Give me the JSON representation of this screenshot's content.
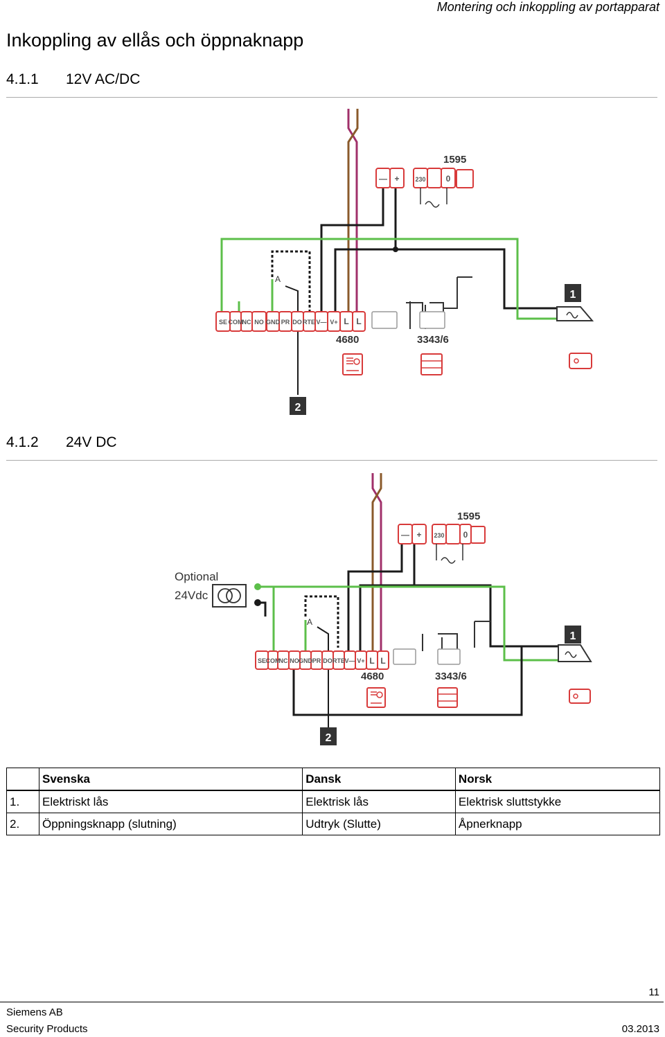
{
  "header": {
    "running_title": "Montering och inkoppling av portapparat"
  },
  "page_title": "Inkoppling av ellås och öppnaknapp",
  "sections": [
    {
      "number": "4.1.1",
      "title": "12V AC/DC"
    },
    {
      "number": "4.1.2",
      "title": "24V DC"
    }
  ],
  "diagram": {
    "module_1595": "1595",
    "module_4680": "4680",
    "module_3343": "3343/6",
    "psu_pins": [
      "—",
      "+",
      "230",
      "0"
    ],
    "terminal_pins": [
      "SE",
      "COM",
      "NC",
      "NO",
      "GND",
      "PR",
      "DO",
      "RTE",
      "V—",
      "V+",
      "L",
      "L"
    ],
    "marker_1": "1",
    "marker_2": "2",
    "optional_label": "Optional",
    "optional_voltage": "24Vdc",
    "wire_colors": {
      "green": "#5cbf4a",
      "black": "#1a1a1a",
      "purple": "#a0306a",
      "brown": "#8a5a2b",
      "red": "#d83a3a"
    }
  },
  "legend": {
    "headers": [
      "",
      "Svenska",
      "Dansk",
      "Norsk"
    ],
    "rows": [
      {
        "num": "1.",
        "sv": "Elektriskt lås",
        "da": "Elektrisk lås",
        "no": "Elektrisk sluttstykke"
      },
      {
        "num": "2.",
        "sv": "Öppningsknapp (slutning)",
        "da": "Udtryk (Slutte)",
        "no": "Åpnerknapp"
      }
    ]
  },
  "footer": {
    "company": "Siemens AB",
    "division": "Security Products",
    "date": "03.2013",
    "page_number": "11"
  }
}
